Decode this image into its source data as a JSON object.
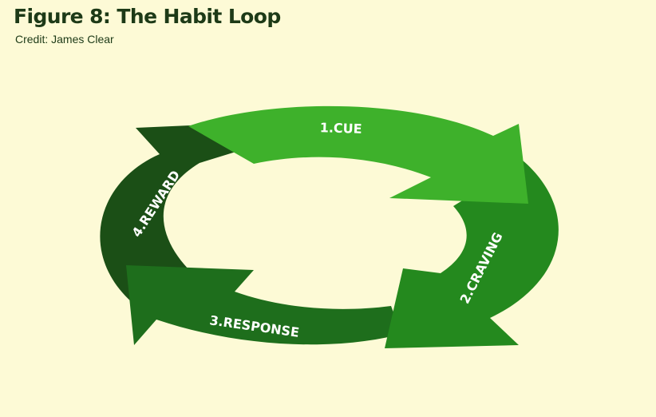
{
  "header": {
    "title": "Figure 8: The Habit Loop",
    "credit": "Credit: James Clear"
  },
  "loop": {
    "steps": [
      {
        "label": "1.CUE",
        "color": "#3eb12b"
      },
      {
        "label": "2.CRAVING",
        "color": "#24891e"
      },
      {
        "label": "3.RESPONSE",
        "color": "#1e6e1c"
      },
      {
        "label": "4.REWARD",
        "color": "#1b4f16"
      }
    ]
  },
  "colors": {
    "background": "#fdfad6",
    "text": "#1d3a17",
    "label": "#ffffff"
  }
}
